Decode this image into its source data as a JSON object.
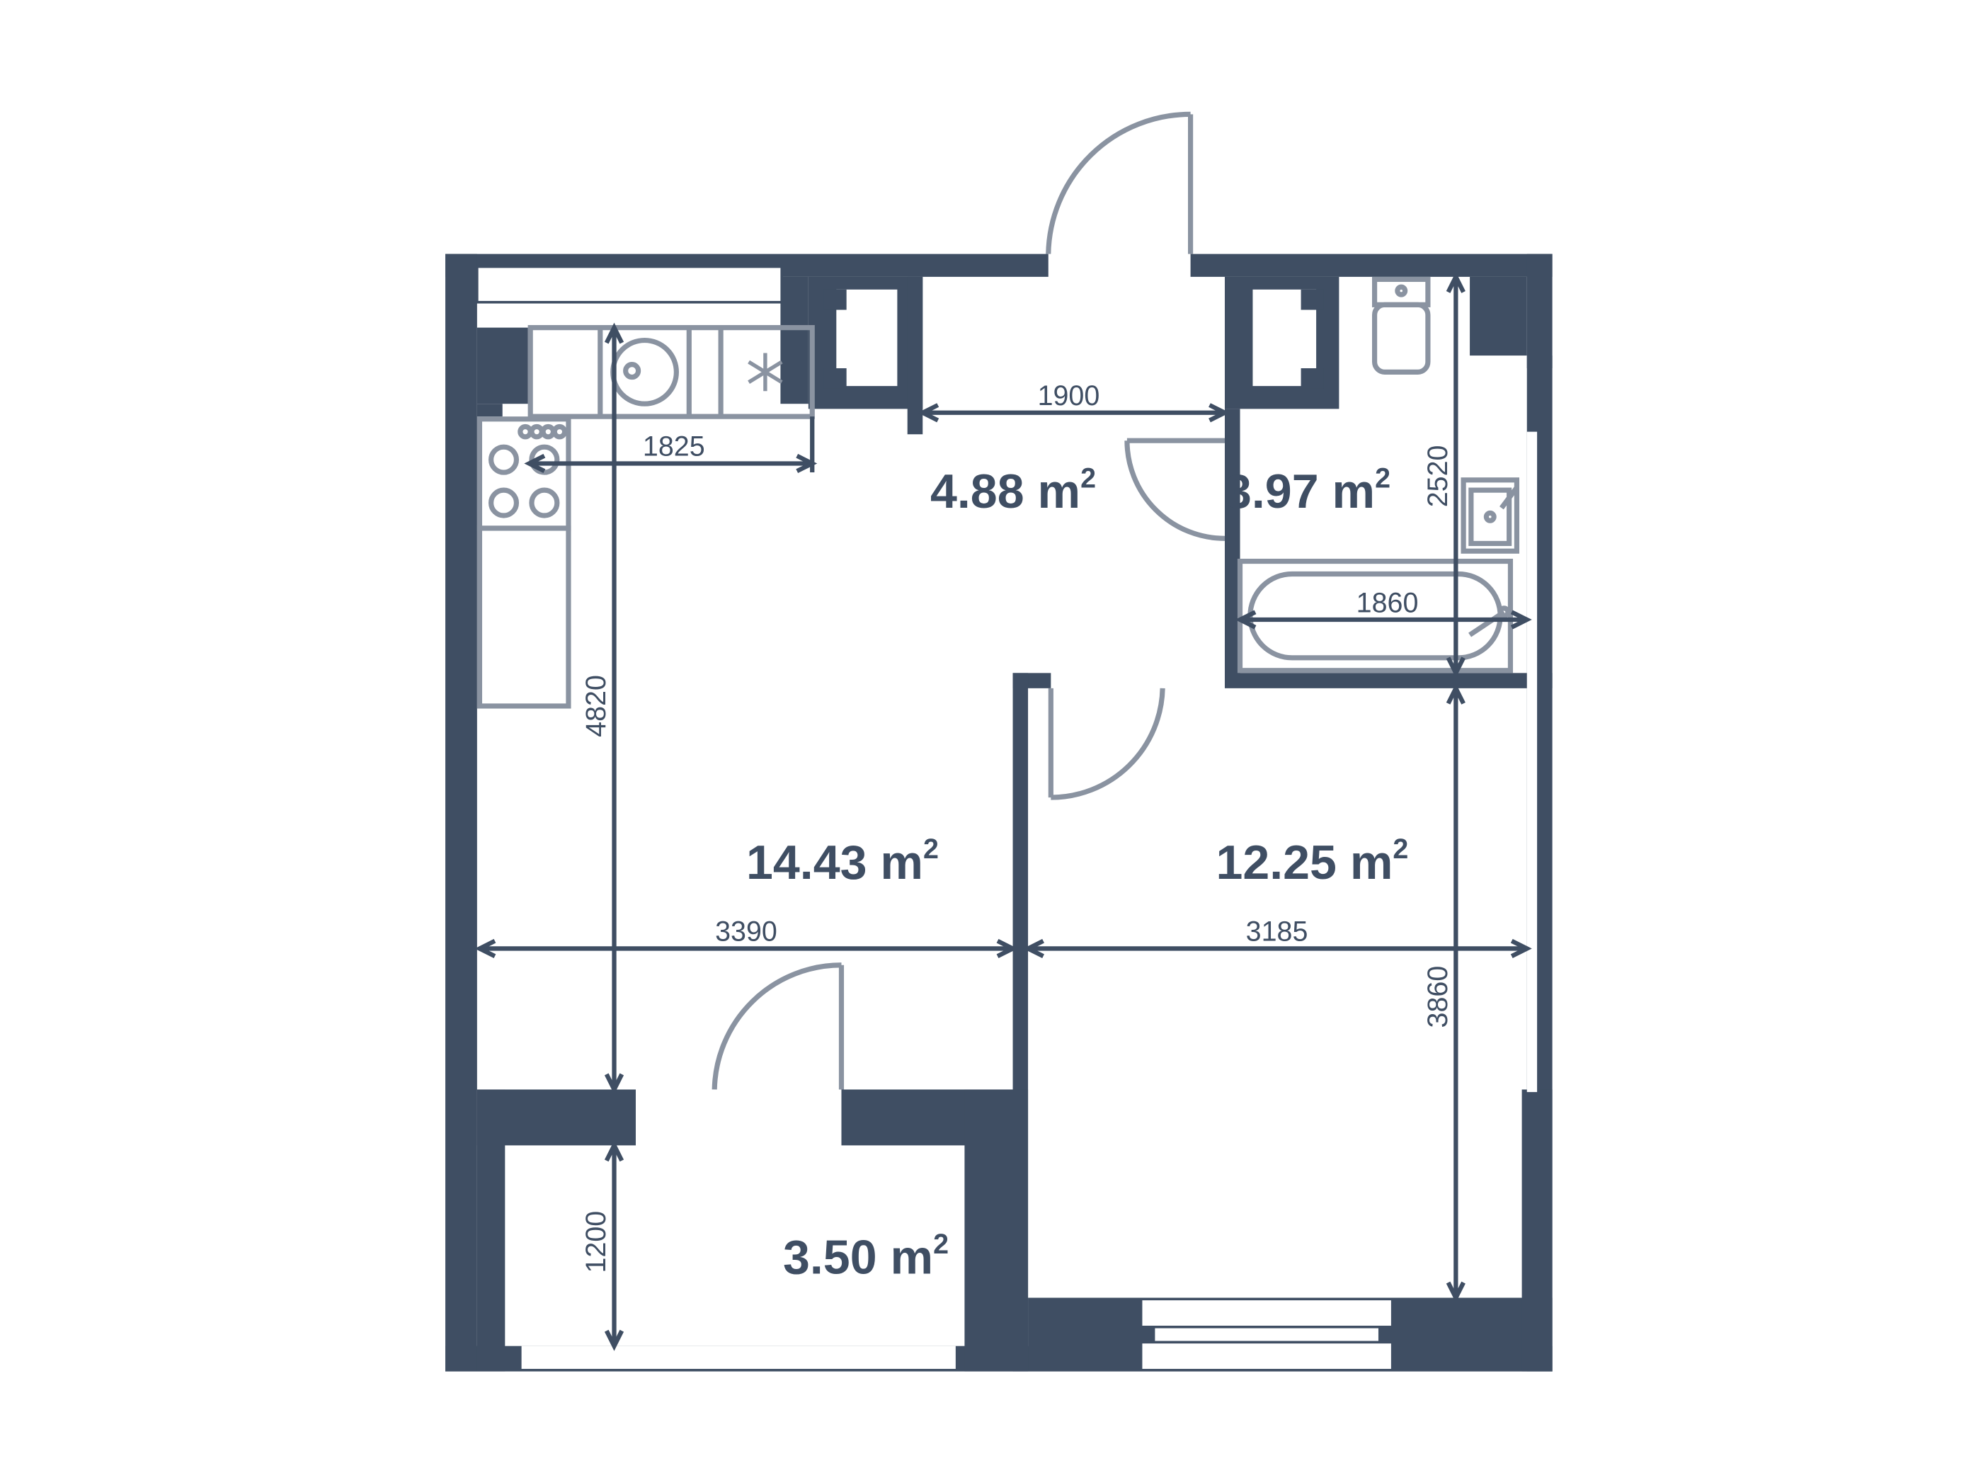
{
  "colors": {
    "wall": "#3f4e63",
    "fixture": "#8a93a1",
    "background": "#ffffff"
  },
  "rooms": {
    "hall": {
      "area": "4.88 m",
      "sup": "2"
    },
    "bathroom": {
      "area": "3.97 m",
      "sup": "2"
    },
    "kitchen": {
      "area": "14.43 m",
      "sup": "2"
    },
    "bedroom": {
      "area": "12.25 m",
      "sup": "2"
    },
    "balcony": {
      "area": "3.50 m",
      "sup": "2"
    }
  },
  "dimensions": {
    "hall_width": "1900",
    "kitchen_counter": "1825",
    "bathroom_width": "1860",
    "bathroom_depth": "2520",
    "kitchen_depth": "4820",
    "kitchen_width": "3390",
    "bedroom_width": "3185",
    "bedroom_depth": "3860",
    "balcony_depth": "1200"
  },
  "icons": [
    "toilet-icon",
    "sink-icon",
    "bathtub-icon",
    "kitchen-sink-icon",
    "fridge-icon",
    "stove-icon",
    "door-swing-icon",
    "window-icon"
  ]
}
